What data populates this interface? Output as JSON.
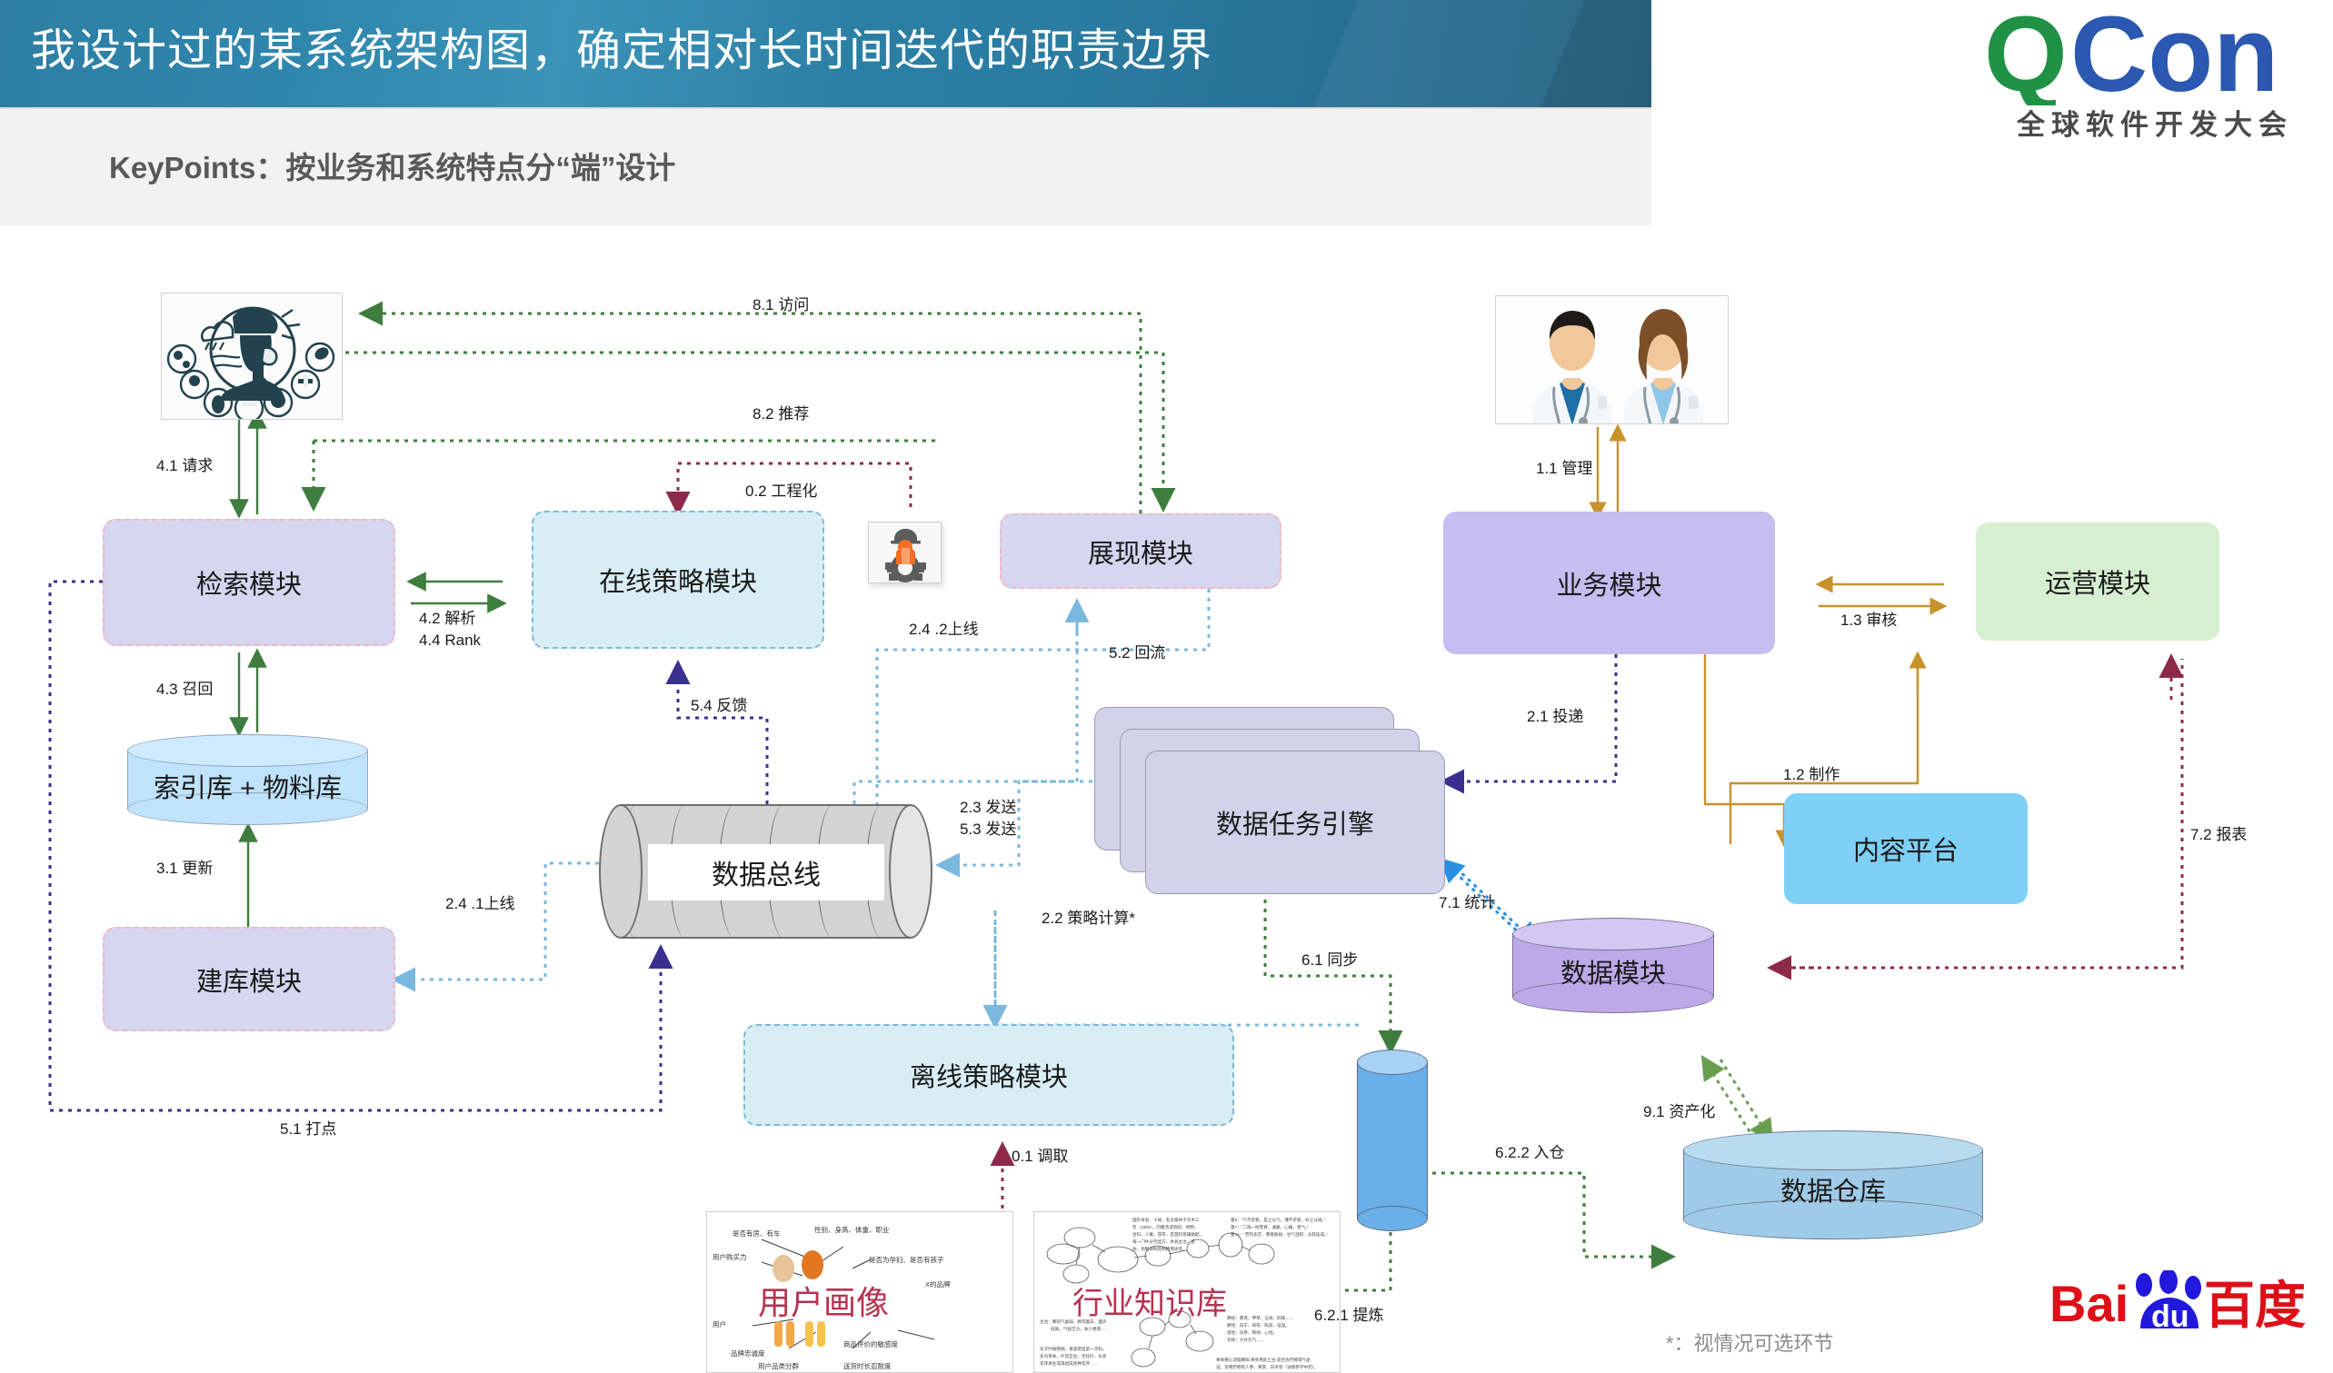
{
  "header": {
    "title": "我设计过的某系统架构图，确定相对长时间迭代的职责边界",
    "subtitle": "KeyPoints：按业务和系统特点分“端”设计",
    "band_color": "#2f86ad",
    "subbar_color": "#f2f2f2"
  },
  "branding": {
    "qcon_q": "Q",
    "qcon_con": "Con",
    "qcon_sub": "全球软件开发大会",
    "qcon_green": "#1f9245",
    "qcon_blue": "#2b58b0",
    "baidu_bai": "Bai",
    "baidu_du": "du",
    "baidu_cn": "百度",
    "baidu_red": "#de0f17",
    "baidu_blue": "#2319dc"
  },
  "footnote": "*：视情况可选环节",
  "nodes": {
    "user_illustration": {
      "name": "患者用户插图"
    },
    "doctor_illustration": {
      "name": "医生用户插图"
    },
    "engineer_icon": {
      "name": "工程师图标"
    },
    "retrieval": {
      "label": "检索模块",
      "fill": "#d6d6f0",
      "border": "#f0b8c4"
    },
    "index_store": {
      "label": "索引库 + 物料库",
      "fill": "#bfe3fa"
    },
    "build_index": {
      "label": "建库模块",
      "fill": "#d6d6f0",
      "border": "#f0b8c4"
    },
    "online_strategy": {
      "label": "在线策略模块",
      "fill": "#d8eef4",
      "border": "#7fb9d4"
    },
    "display": {
      "label": "展现模块",
      "fill": "#d6d6f0",
      "border": "#f0b8c4"
    },
    "data_bus": {
      "label": "数据总线",
      "fill": "#d4d4d4"
    },
    "offline_strategy": {
      "label": "离线策略模块",
      "fill": "#d8eef4",
      "border": "#7fb9d4"
    },
    "data_task_engine": {
      "label": "数据任务引擎",
      "fill": "#d2d2ea"
    },
    "business": {
      "label": "业务模块",
      "fill": "#c6bdf0"
    },
    "operation": {
      "label": "运营模块",
      "fill": "#d6efd0"
    },
    "content_platform": {
      "label": "内容平台",
      "fill": "#7fd0f7"
    },
    "data_module": {
      "label": "数据模块",
      "fill": "#bda9e8"
    },
    "log_cylinder": {
      "label": "",
      "fill": "#6aafe8"
    },
    "data_warehouse": {
      "label": "数据仓库",
      "fill": "#9fcbe8"
    },
    "user_profile_img": {
      "label": "用户画像"
    },
    "industry_kb_img": {
      "label": "行业知识库"
    }
  },
  "edges": [
    {
      "id": "e81",
      "label": "8.1 访问",
      "color": "#3f7d3f"
    },
    {
      "id": "e82",
      "label": "8.2 推荐",
      "color": "#3f7d3f"
    },
    {
      "id": "e41",
      "label": "4.1 请求",
      "color": "#3f7d3f"
    },
    {
      "id": "e42",
      "label": "4.2 解析",
      "color": "#3f7d3f"
    },
    {
      "id": "e44",
      "label": "4.4 Rank",
      "color": "#3f7d3f"
    },
    {
      "id": "e43",
      "label": "4.3 召回",
      "color": "#3f7d3f"
    },
    {
      "id": "e31",
      "label": "3.1 更新",
      "color": "#3f7d3f"
    },
    {
      "id": "e02",
      "label": "0.2 工程化",
      "color": "#8d2a4a"
    },
    {
      "id": "e54",
      "label": "5.4 反馈",
      "color": "#3b2f8f"
    },
    {
      "id": "e241",
      "label": "2.4 .1上线",
      "color": "#7bb8dd"
    },
    {
      "id": "e242",
      "label": "2.4 .2上线",
      "color": "#7bb8dd"
    },
    {
      "id": "e52",
      "label": "5.2 回流",
      "color": "#7bb8dd"
    },
    {
      "id": "e51",
      "label": "5.1 打点",
      "color": "#3b2f8f"
    },
    {
      "id": "e23",
      "label": "2.3 发送",
      "color": "#7bb8dd"
    },
    {
      "id": "e53",
      "label": "5.3 发送",
      "color": "#7bb8dd"
    },
    {
      "id": "e22",
      "label": "2.2 策略计算*",
      "color": "#7bb8dd"
    },
    {
      "id": "e01",
      "label": "0.1 调取",
      "color": "#8d2a4a"
    },
    {
      "id": "e11",
      "label": "1.1 管理",
      "color": "#c8922a"
    },
    {
      "id": "e13",
      "label": "1.3 审核",
      "color": "#c8922a"
    },
    {
      "id": "e12",
      "label": "1.2 制作",
      "color": "#c8922a"
    },
    {
      "id": "e21",
      "label": "2.1 投递",
      "color": "#3b2f8f"
    },
    {
      "id": "e71",
      "label": "7.1 统计",
      "color": "#2b8fe0"
    },
    {
      "id": "e72",
      "label": "7.2 报表",
      "color": "#8d2a4a"
    },
    {
      "id": "e61",
      "label": "6.1 同步",
      "color": "#3f7d3f"
    },
    {
      "id": "e621",
      "label": "6.2.1 提炼",
      "color": "#3f7d3f"
    },
    {
      "id": "e622",
      "label": "6.2.2 入仓",
      "color": "#3f7d3f"
    },
    {
      "id": "e91",
      "label": "9.1 资产化",
      "color": "#6a9e4f"
    }
  ]
}
